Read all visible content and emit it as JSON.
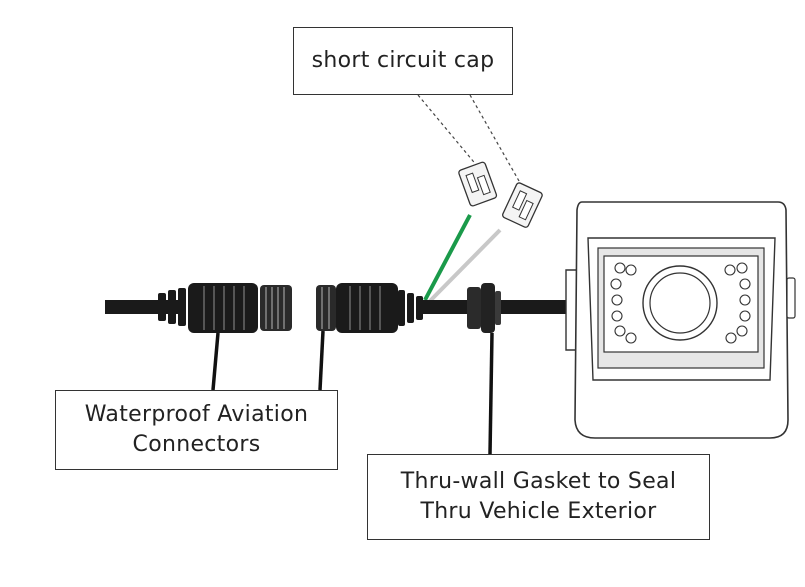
{
  "labels": {
    "short_circuit_cap": "short circuit cap",
    "connectors_line1": "Waterproof Aviation",
    "connectors_line2": "Connectors",
    "gasket_line1": "Thru-wall Gasket to Seal",
    "gasket_line2": "Thru Vehicle Exterior"
  },
  "colors": {
    "green_wire": "#1a9a4a",
    "white_wire": "#d8d8d8",
    "cable": "#1a1a1a",
    "outline": "#333333"
  }
}
